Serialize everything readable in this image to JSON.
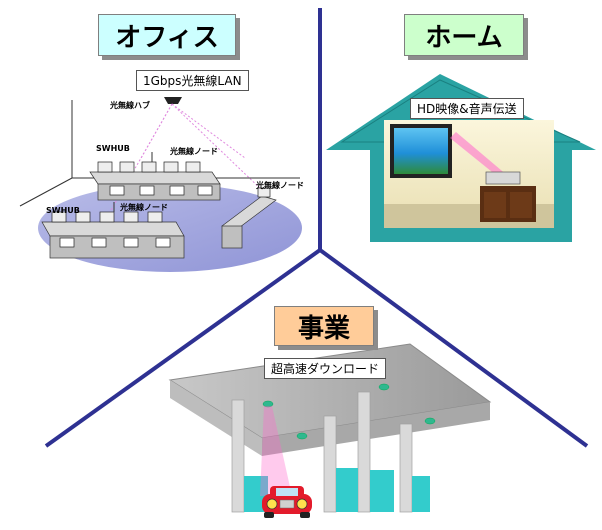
{
  "sections": {
    "office": {
      "title": "オフィス",
      "caption": "1Gbps光無線LAN",
      "labels": {
        "optical_hub": "光無線ハブ",
        "swhub_top": "SWHUB",
        "node_top": "光無線ノード",
        "node_right": "光無線ノード",
        "swhub_bottom": "SWHUB",
        "node_bottom": "光無線ノード"
      }
    },
    "home": {
      "title": "ホーム",
      "caption": "HD映像&音声伝送"
    },
    "business": {
      "title": "事業",
      "caption": "超高速ダウンロード"
    }
  },
  "colors": {
    "divider": "#2e3192",
    "office_title_bg": "#ccffff",
    "home_title_bg": "#ccffcc",
    "business_title_bg": "#ffcc99",
    "house": "#2aa3a3",
    "beam": "#ff66cc"
  }
}
